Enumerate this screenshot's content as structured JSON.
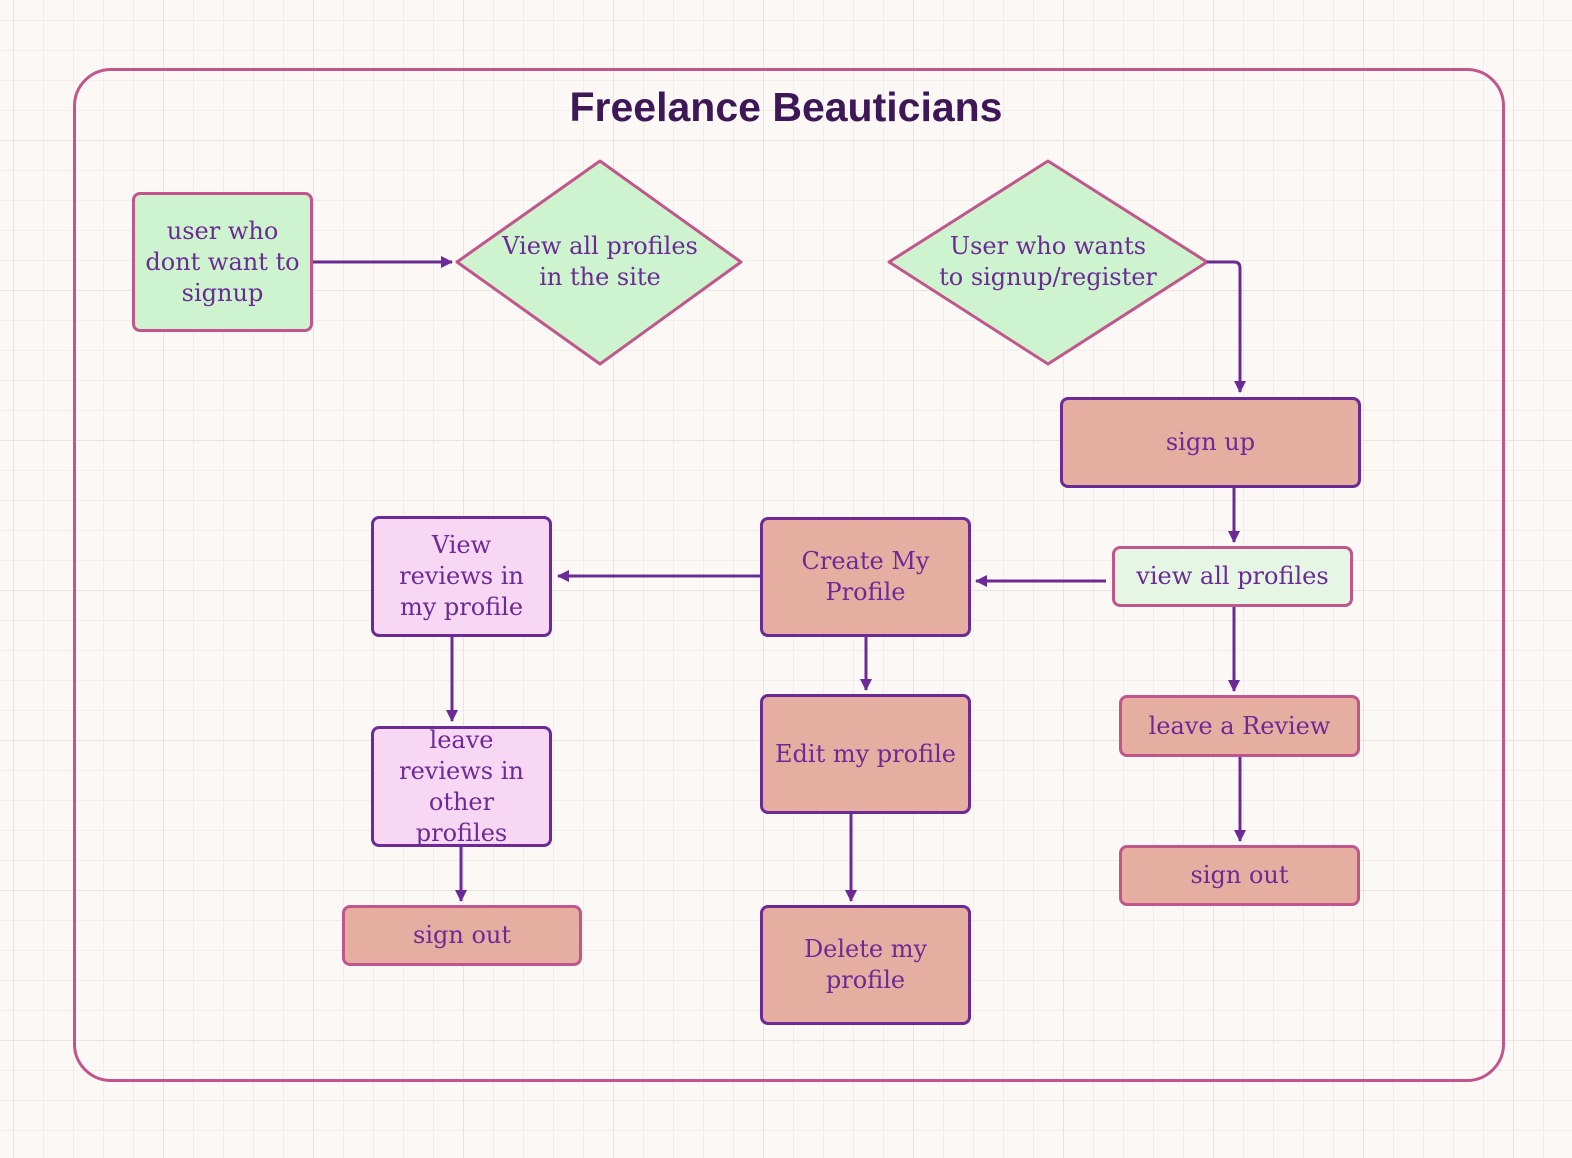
{
  "title": "Freelance Beauticians",
  "colors": {
    "border_pink": "#c0568c",
    "border_purple": "#6c2a96",
    "arrow": "#6c2a96",
    "fill_green": "#cdf4cf",
    "fill_lightgreen": "#e5f6e5",
    "fill_salmon": "#e6aea0",
    "fill_pink": "#f8d7f4",
    "text": "#6c2a96",
    "title": "#3d1756"
  },
  "nodes": {
    "no_signup_user": "user who dont want to signup",
    "view_all_profiles_site": "View all profiles in the site",
    "signup_user": "User  who wants to signup/register",
    "sign_up": "sign up",
    "view_all_profiles": "view all profiles",
    "create_profile": "Create My Profile",
    "view_reviews": "View reviews in my profile",
    "leave_reviews_other": "leave reviews in other profiles",
    "sign_out_left": "sign out",
    "edit_profile": "Edit my profile",
    "delete_profile": "Delete my profile",
    "leave_review": "leave a Review",
    "sign_out_right": "sign out"
  }
}
